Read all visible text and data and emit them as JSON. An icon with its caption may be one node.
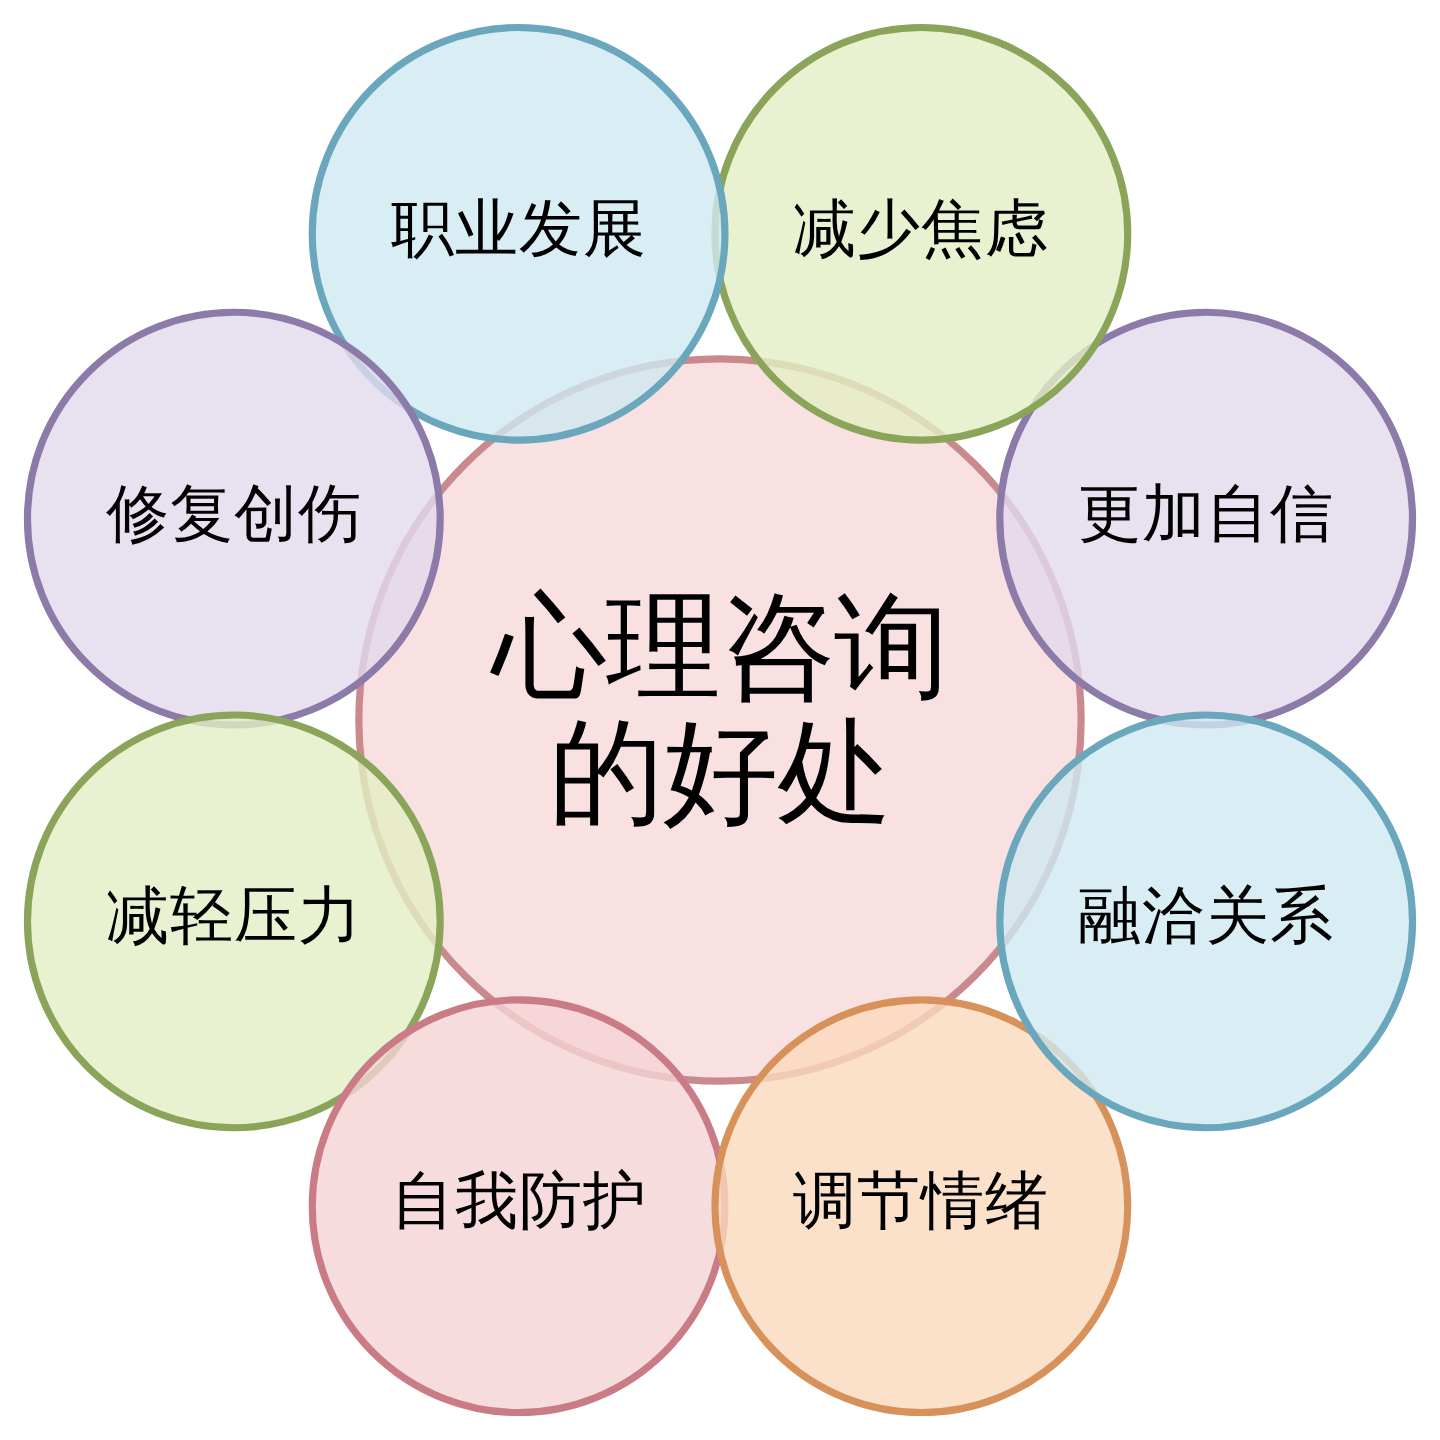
{
  "diagram": {
    "nodes": [
      {
        "text": [
          "心理咨询的好处"
        ]
      },
      {
        "text": [
          "减少焦虑"
        ]
      },
      {
        "text": [
          "更加自信"
        ]
      },
      {
        "text": [
          "融洽关系"
        ]
      },
      {
        "text": [
          "调节情绪"
        ]
      },
      {
        "text": [
          "自我防护"
        ]
      },
      {
        "text": [
          "减轻压力"
        ]
      },
      {
        "text": [
          "修复创伤"
        ]
      },
      {
        "text": [
          "职业发展"
        ]
      }
    ]
  }
}
